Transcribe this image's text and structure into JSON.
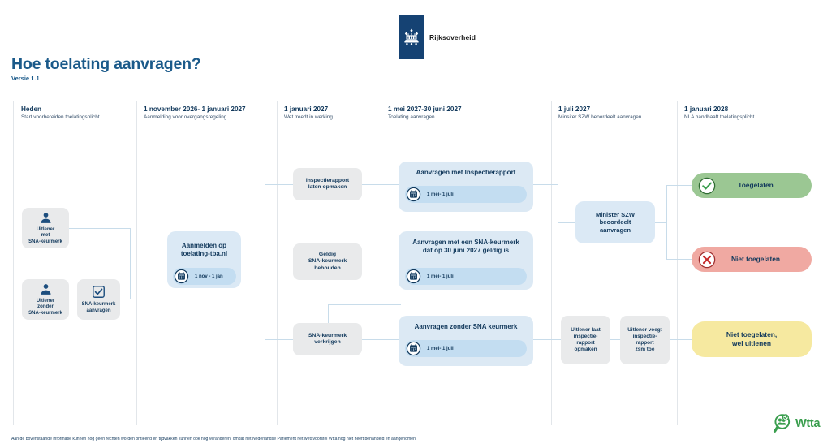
{
  "brand": {
    "logo_text": "Rijksoverheid",
    "logo_bar_color": "#154273",
    "wtta_text": "Wtta",
    "wtta_color": "#3a9e4e"
  },
  "header": {
    "title": "Hoe toelating aanvragen?",
    "version": "Versie 1.1"
  },
  "columns": [
    {
      "date": "Heden",
      "sub": "Start voorbereiden toelatingsplicht"
    },
    {
      "date": "1 november 2026- 1 januari 2027",
      "sub": "Aanmelding voor overgangsregeling"
    },
    {
      "date": "1 januari 2027",
      "sub": "Wet treedt in werking"
    },
    {
      "date": "1 mei 2027-30 juni 2027",
      "sub": "Toelating aanvragen"
    },
    {
      "date": "1 juli 2027",
      "sub": "Minsiter SZW beoordeelt aanvragen"
    },
    {
      "date": "1 januari 2028",
      "sub": "NLA handhaaft toelatingsplicht"
    }
  ],
  "nodes": {
    "uitlener_met": "Uitlener\nmet\nSNA-keurmerk",
    "uitlener_zonder": "Uitlener\nzonder\nSNA-keurmerk",
    "sna_aanvragen": "SNA-keurmerk\naanvragen",
    "aanmelden": "Aanmelden op\ntoelating-tba.nl",
    "aanmelden_pill": "1 nov - 1 jan",
    "inspectierapport": "Inspectierapport\nlaten opmaken",
    "geldig_sna": "Geldig\nSNA-keurmerk\nbehouden",
    "sna_verkrijgen": "SNA-keurmerk\nverkrijgen",
    "aanvraag_1": "Aanvragen met Inspectierapport",
    "aanvraag_1_pill": "1 mei- 1 juli",
    "aanvraag_2": "Aanvragen met een SNA-keurmerk\ndat op 30 juni 2027 geldig is",
    "aanvraag_2_pill": "1 mei- 1 juli",
    "aanvraag_3": "Aanvragen zonder SNA keurmerk",
    "aanvraag_3_pill": "1 mei- 1 juli",
    "minister": "Minister SZW\nbeoordeelt\naanvragen",
    "uitlener_laat": "Uitlener laat\ninspectie-\nrapport\nopmaken",
    "uitlener_voegt": "Uitlener voegt\ninspectie-\nrapport\nzsm toe"
  },
  "outcomes": {
    "toegelaten": {
      "label": "Toegelaten",
      "icon": "check-circle-icon",
      "color": "#9bc793"
    },
    "niet_toegelaten": {
      "label": "Niet toegelaten",
      "icon": "cross-circle-icon",
      "color": "#f0a9a2"
    },
    "wel_uitlenen": {
      "label": "Niet toegelaten,\nwel uitlenen",
      "icon": "none",
      "color": "#f6e9a0"
    }
  },
  "footer": {
    "disclaimer": "Aan de bovenstaande informatie kunnen nog geen rechten worden ontleend en tijdvakken kunnen ook nog veranderen, omdat het Nederlandse Parlement het wetsvoorstel Wtta nog niet heeft behandeld en aangenomen."
  }
}
